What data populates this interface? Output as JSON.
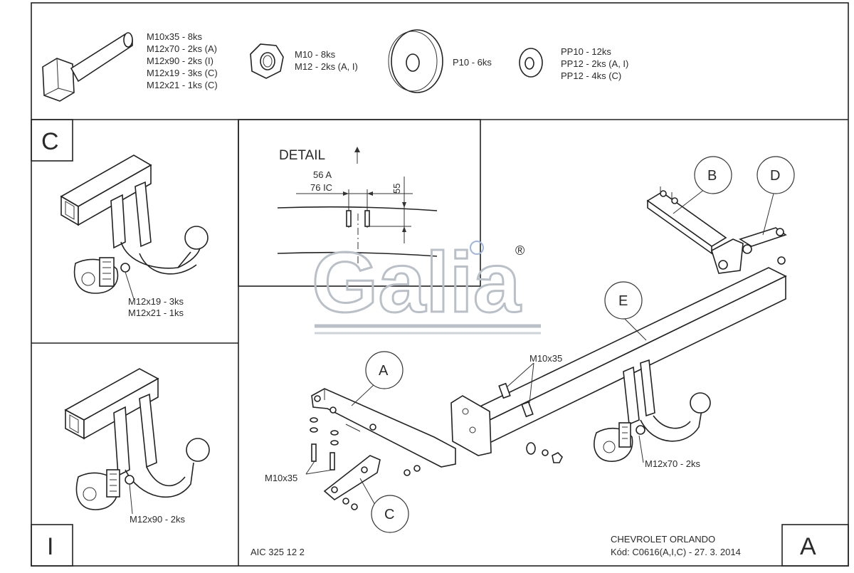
{
  "hardware": {
    "bolt_lines": [
      "M10x35 - 8ks",
      "M12x70 - 2ks (A)",
      "M12x90 - 2ks (I)",
      "M12x19 - 3ks (C)",
      "M12x21 - 1ks (C)"
    ],
    "nut_lines": [
      "M10 - 8ks",
      "M12 - 2ks (A, I)"
    ],
    "washer_label": "P10 - 6ks",
    "spring_washer_lines": [
      "PP10 - 12ks",
      "PP12 - 2ks (A, I)",
      "PP12 - 4ks (C)"
    ]
  },
  "panel_c": {
    "letter": "C",
    "bolt_lines": [
      "M12x19 - 3ks",
      "M12x21 - 1ks"
    ]
  },
  "panel_i": {
    "letter": "I",
    "bolt_label": "M12x90 - 2ks"
  },
  "detail": {
    "title": "DETAIL",
    "dim_a": "56 A",
    "dim_ic": "76 IC",
    "dim_height": "55"
  },
  "logo": {
    "text": "Galia",
    "reg_mark": "®"
  },
  "main": {
    "callouts": [
      "A",
      "B",
      "C",
      "D",
      "E"
    ],
    "bolt_label_top": "M10x35",
    "bolt_label_left": "M10x35",
    "bolt_label_right": "M12x70 - 2ks",
    "corner_letter": "A"
  },
  "footer": {
    "code": "AIC 325 12 2",
    "model": "CHEVROLET ORLANDO",
    "kod": "Kód: C0616(A,I,C) - 27. 3. 2014"
  }
}
